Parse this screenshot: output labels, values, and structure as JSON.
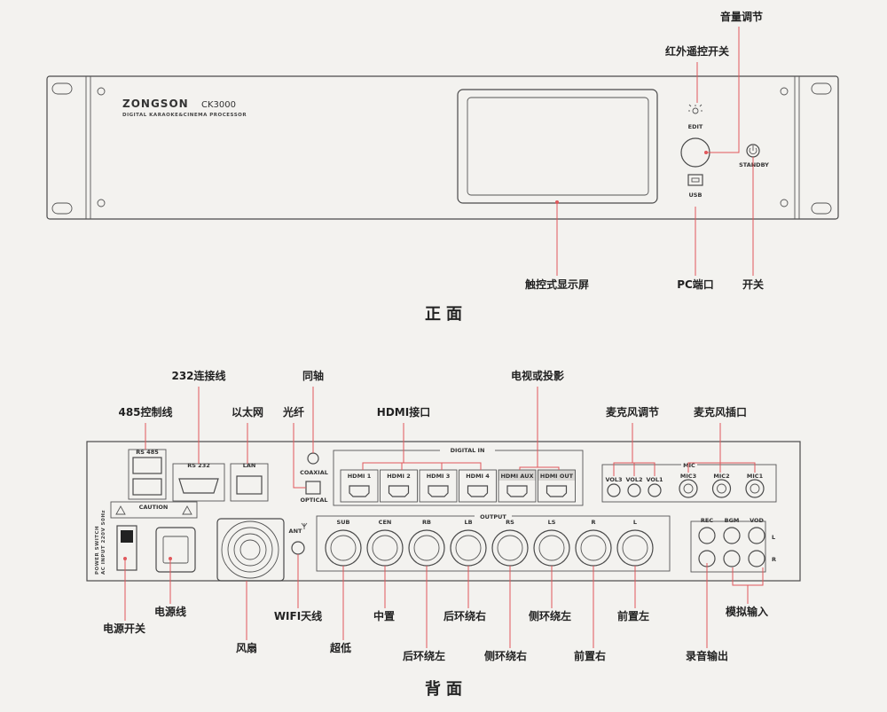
{
  "front": {
    "brand": "ZONGSON",
    "model": "CK3000",
    "subtitle": "DIGITAL KARAOKE&CINEMA PROCESSOR",
    "btn_edit": "EDIT",
    "btn_standby": "STANDBY",
    "port_usb": "USB",
    "caption": "正面",
    "callouts": {
      "volume": "音量调节",
      "ir_switch": "红外遥控开关",
      "touchscreen": "触控式显示屏",
      "pc_port": "PC端口",
      "power": "开关"
    }
  },
  "back": {
    "caption": "背面",
    "panel": {
      "rs485": "RS 485",
      "rs232": "RS 232",
      "lan": "LAN",
      "coaxial": "COAXIAL",
      "optical": "OPTICAL",
      "digital_in": "DIGITAL IN",
      "hdmi": [
        "HDMI 1",
        "HDMI 2",
        "HDMI 3",
        "HDMI 4",
        "HDMI AUX",
        "HDMI OUT"
      ],
      "mic_group": "MIC",
      "vol": [
        "VOL3",
        "VOL2",
        "VOL1"
      ],
      "mic": [
        "MIC3",
        "MIC2",
        "MIC1"
      ],
      "output": "OUTPUT",
      "outputs": [
        "SUB",
        "CEN",
        "RB",
        "LB",
        "RS",
        "LS",
        "R",
        "L"
      ],
      "analog": [
        "REC",
        "BGM",
        "VOD"
      ],
      "side_l": "L",
      "side_r": "R",
      "ant": "ANT",
      "caution": "CAUTION",
      "power_switch": "POWER SWITCH",
      "ac_input": "AC INPUT 220V 50Hz"
    },
    "callouts": {
      "c232": "232连接线",
      "coax": "同轴",
      "tv": "电视或投影",
      "c485": "485控制线",
      "ethernet": "以太网",
      "optical": "光纤",
      "hdmi": "HDMI接口",
      "mic_adjust": "麦克风调节",
      "mic_jack": "麦克风插口",
      "power_switch": "电源开关",
      "power_cord": "电源线",
      "fan": "风扇",
      "wifi": "WIFI天线",
      "sub": "超低",
      "center": "中置",
      "rear_left": "后环绕左",
      "rear_right": "后环绕右",
      "side_right": "侧环绕右",
      "side_left": "侧环绕左",
      "front_right": "前置右",
      "front_left": "前置左",
      "record_out": "录音输出",
      "analog_in": "模拟输入"
    }
  }
}
